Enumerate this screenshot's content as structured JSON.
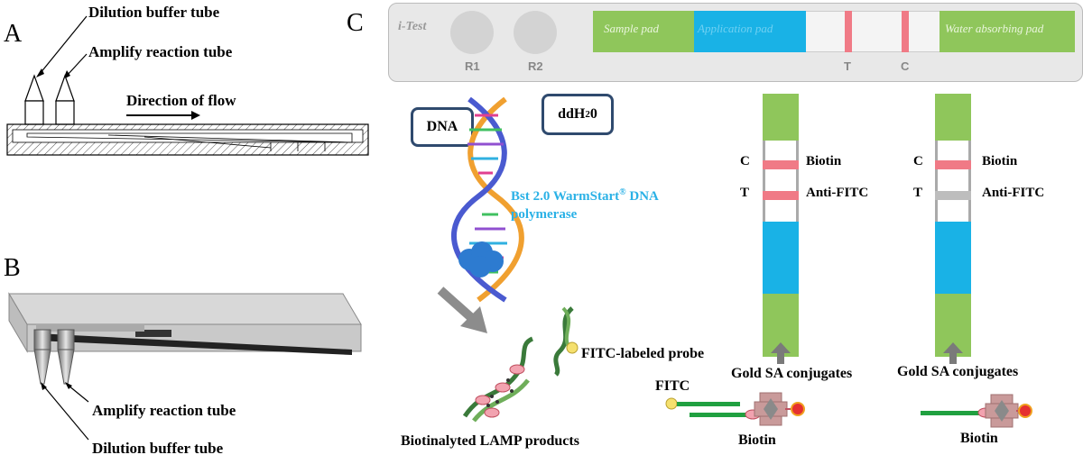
{
  "panels": {
    "a": "A",
    "b": "B",
    "c": "C"
  },
  "panel_a": {
    "dilution_label": "Dilution buffer tube",
    "amplify_label": "Amplify reaction tube",
    "flow_label": "Direction of flow"
  },
  "panel_b": {
    "amplify_label": "Amplify reaction tube",
    "dilution_label": "Dilution buffer tube"
  },
  "itest": {
    "brand": "i-Test",
    "r1": "R1",
    "r2": "R2",
    "sample_pad": "Sample pad",
    "application_pad": "Application pad",
    "water_pad": "Water absorbing pad",
    "t": "T",
    "c": "C",
    "colors": {
      "green": "#8fc65b",
      "blue": "#19b2e6",
      "line": "#f07a86"
    }
  },
  "reaction": {
    "dna": "DNA",
    "ddh2o_base": "ddH",
    "ddh2o_sub": "2",
    "ddh2o_tail": "0",
    "enzyme_line1": "Bst 2.0 WarmStart",
    "enzyme_sup": "®",
    "enzyme_line1b": " DNA",
    "enzyme_line2": "polymerase",
    "probe_label": "FITC-labeled probe",
    "products_label": "Biotinalyted LAMP products"
  },
  "strip_pos": {
    "c": "C",
    "t": "T",
    "biotin": "Biotin",
    "anti": "Anti-FITC",
    "conj": "Gold SA conjugates",
    "fitc": "FITC",
    "biotin_bottom": "Biotin"
  },
  "strip_neg": {
    "c": "C",
    "t": "T",
    "biotin": "Biotin",
    "anti": "Anti-FITC",
    "conj": "Gold SA conjugates",
    "biotin_bottom": "Biotin"
  }
}
